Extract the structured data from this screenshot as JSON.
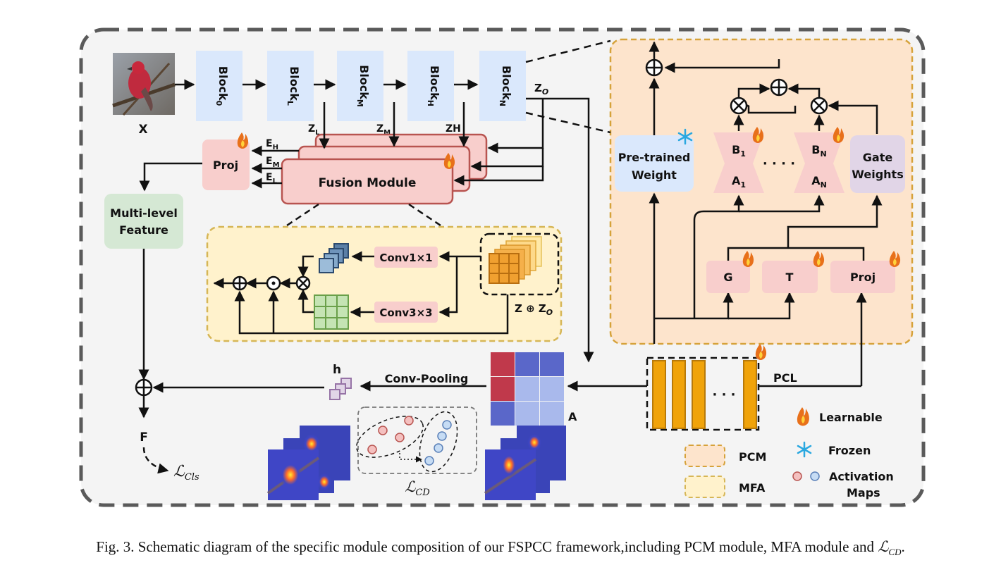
{
  "input": {
    "label": "X"
  },
  "blocks": [
    {
      "main": "Block",
      "sub": "0"
    },
    {
      "main": "Block",
      "sub": "L"
    },
    {
      "main": "Block",
      "sub": "M"
    },
    {
      "main": "Block",
      "sub": "H"
    },
    {
      "main": "Block",
      "sub": "N"
    }
  ],
  "z_labels": {
    "zo": {
      "main": "Z",
      "sub": "O"
    },
    "zl": {
      "main": "Z",
      "sub": "L"
    },
    "zm": {
      "main": "Z",
      "sub": "M"
    },
    "zh": {
      "main": "ZH",
      "sub": ""
    }
  },
  "e_labels": [
    {
      "main": "E",
      "sub": "H"
    },
    {
      "main": "E",
      "sub": "M"
    },
    {
      "main": "E",
      "sub": "L"
    }
  ],
  "proj_label": "Proj",
  "fusion_label": "Fusion Module",
  "multilevel": {
    "line1": "Multi-level",
    "line2": "Feature"
  },
  "mfa": {
    "conv1": "Conv1×1",
    "conv3": "Conv3×3",
    "concat": {
      "pre": "Z ⊕ Z",
      "sub": "O"
    }
  },
  "pcm": {
    "pretrained": {
      "line1": "Pre-trained",
      "line2": "Weight"
    },
    "b1": {
      "main": "B",
      "sub": "1"
    },
    "a1": {
      "main": "A",
      "sub": "1"
    },
    "bn": {
      "main": "B",
      "sub": "N"
    },
    "an": {
      "main": "A",
      "sub": "N"
    },
    "dots": "· · · ·",
    "gate": {
      "line1": "Gate",
      "line2": "Weights"
    },
    "g": "G",
    "t": "T",
    "proj": "Proj"
  },
  "pcl": {
    "label": "PCL",
    "dots": "· · ·"
  },
  "h_label": "h",
  "conv_pooling": "Conv-Pooling",
  "a_label": "A",
  "f_label": "F",
  "loss_cls": {
    "main": "ℒ",
    "sub": "Cls"
  },
  "loss_cd": {
    "main": "ℒ",
    "sub": "CD"
  },
  "legend": {
    "learnable": "Learnable",
    "pcm": "PCM",
    "frozen": "Frozen",
    "mfa": "MFA",
    "activation": {
      "line1": "Activation",
      "line2": "Maps"
    }
  },
  "caption": {
    "text": "Fig. 3.  Schematic diagram of the specific module composition of our FSPCC framework,including PCM module, MFA module and ",
    "math": "ℒ",
    "math_sub": "CD",
    "end": "."
  },
  "colors": {
    "block_blue": "#dae8fc",
    "fusion_pink": "#f8cecc",
    "fusion_border": "#b85450",
    "pcm_orange": "#fde4cc",
    "mfa_yellow": "#fff2cc",
    "green_box": "#d5e8d4",
    "gate_purple": "#e1d5e7",
    "pcl_orange": "#f0a30a",
    "matrix_red": "#c0394b",
    "matrix_blue": "#5a67c9",
    "matrix_light": "#a9b9ec"
  }
}
